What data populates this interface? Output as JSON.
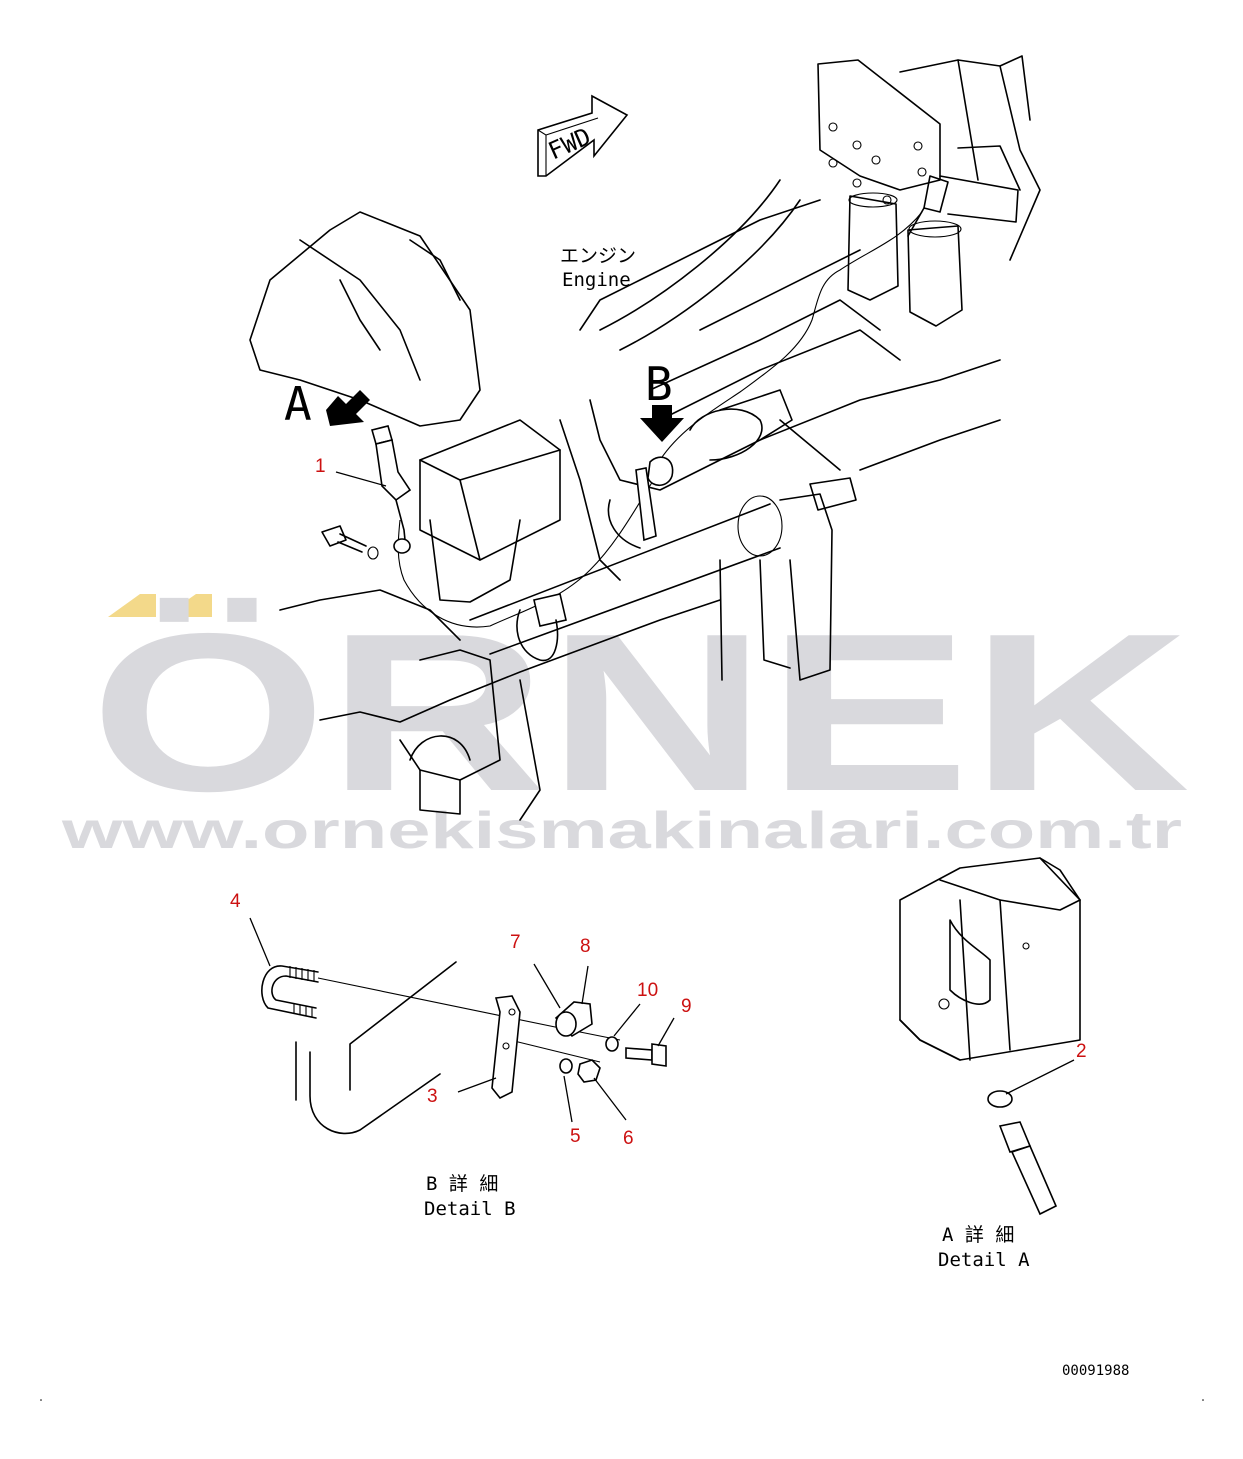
{
  "diagram": {
    "fwd_label": "FWD",
    "engine_label_jp": "エンジン",
    "engine_label_en": "Engine",
    "view_letter_a": "A",
    "view_letter_b": "B",
    "detail_b_jp": "B 詳 細",
    "detail_b_en": "Detail B",
    "detail_a_jp": "A 詳 細",
    "detail_a_en": "Detail A",
    "drawing_number": "00091988",
    "callouts": [
      "1",
      "2",
      "3",
      "4",
      "5",
      "6",
      "7",
      "8",
      "9",
      "10"
    ]
  },
  "watermark": {
    "brand": "ÖRNEK",
    "url": "www.ornekismakinalari.com.tr",
    "text_color": "#d9d9dd",
    "accent_color": "#f3d98a"
  },
  "colors": {
    "callout": "#cc1111",
    "lines": "#000000"
  }
}
